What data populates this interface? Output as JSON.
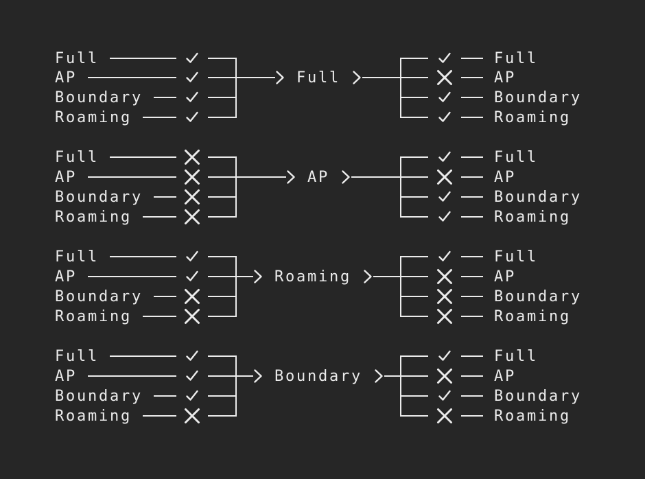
{
  "colors": {
    "background": "#262626",
    "foreground": "#ebebeb"
  },
  "row_labels": [
    "Full",
    "AP",
    "Boundary",
    "Roaming"
  ],
  "marks": {
    "check": "✓",
    "cross": "✕"
  },
  "groups": [
    {
      "name": "Full",
      "before": [
        "check",
        "check",
        "check",
        "check"
      ],
      "after": [
        "check",
        "cross",
        "check",
        "check"
      ]
    },
    {
      "name": "AP",
      "before": [
        "cross",
        "cross",
        "cross",
        "cross"
      ],
      "after": [
        "check",
        "cross",
        "check",
        "check"
      ]
    },
    {
      "name": "Roaming",
      "before": [
        "check",
        "check",
        "cross",
        "cross"
      ],
      "after": [
        "check",
        "cross",
        "cross",
        "cross"
      ]
    },
    {
      "name": "Boundary",
      "before": [
        "check",
        "check",
        "check",
        "cross"
      ],
      "after": [
        "check",
        "cross",
        "check",
        "cross"
      ]
    }
  ]
}
